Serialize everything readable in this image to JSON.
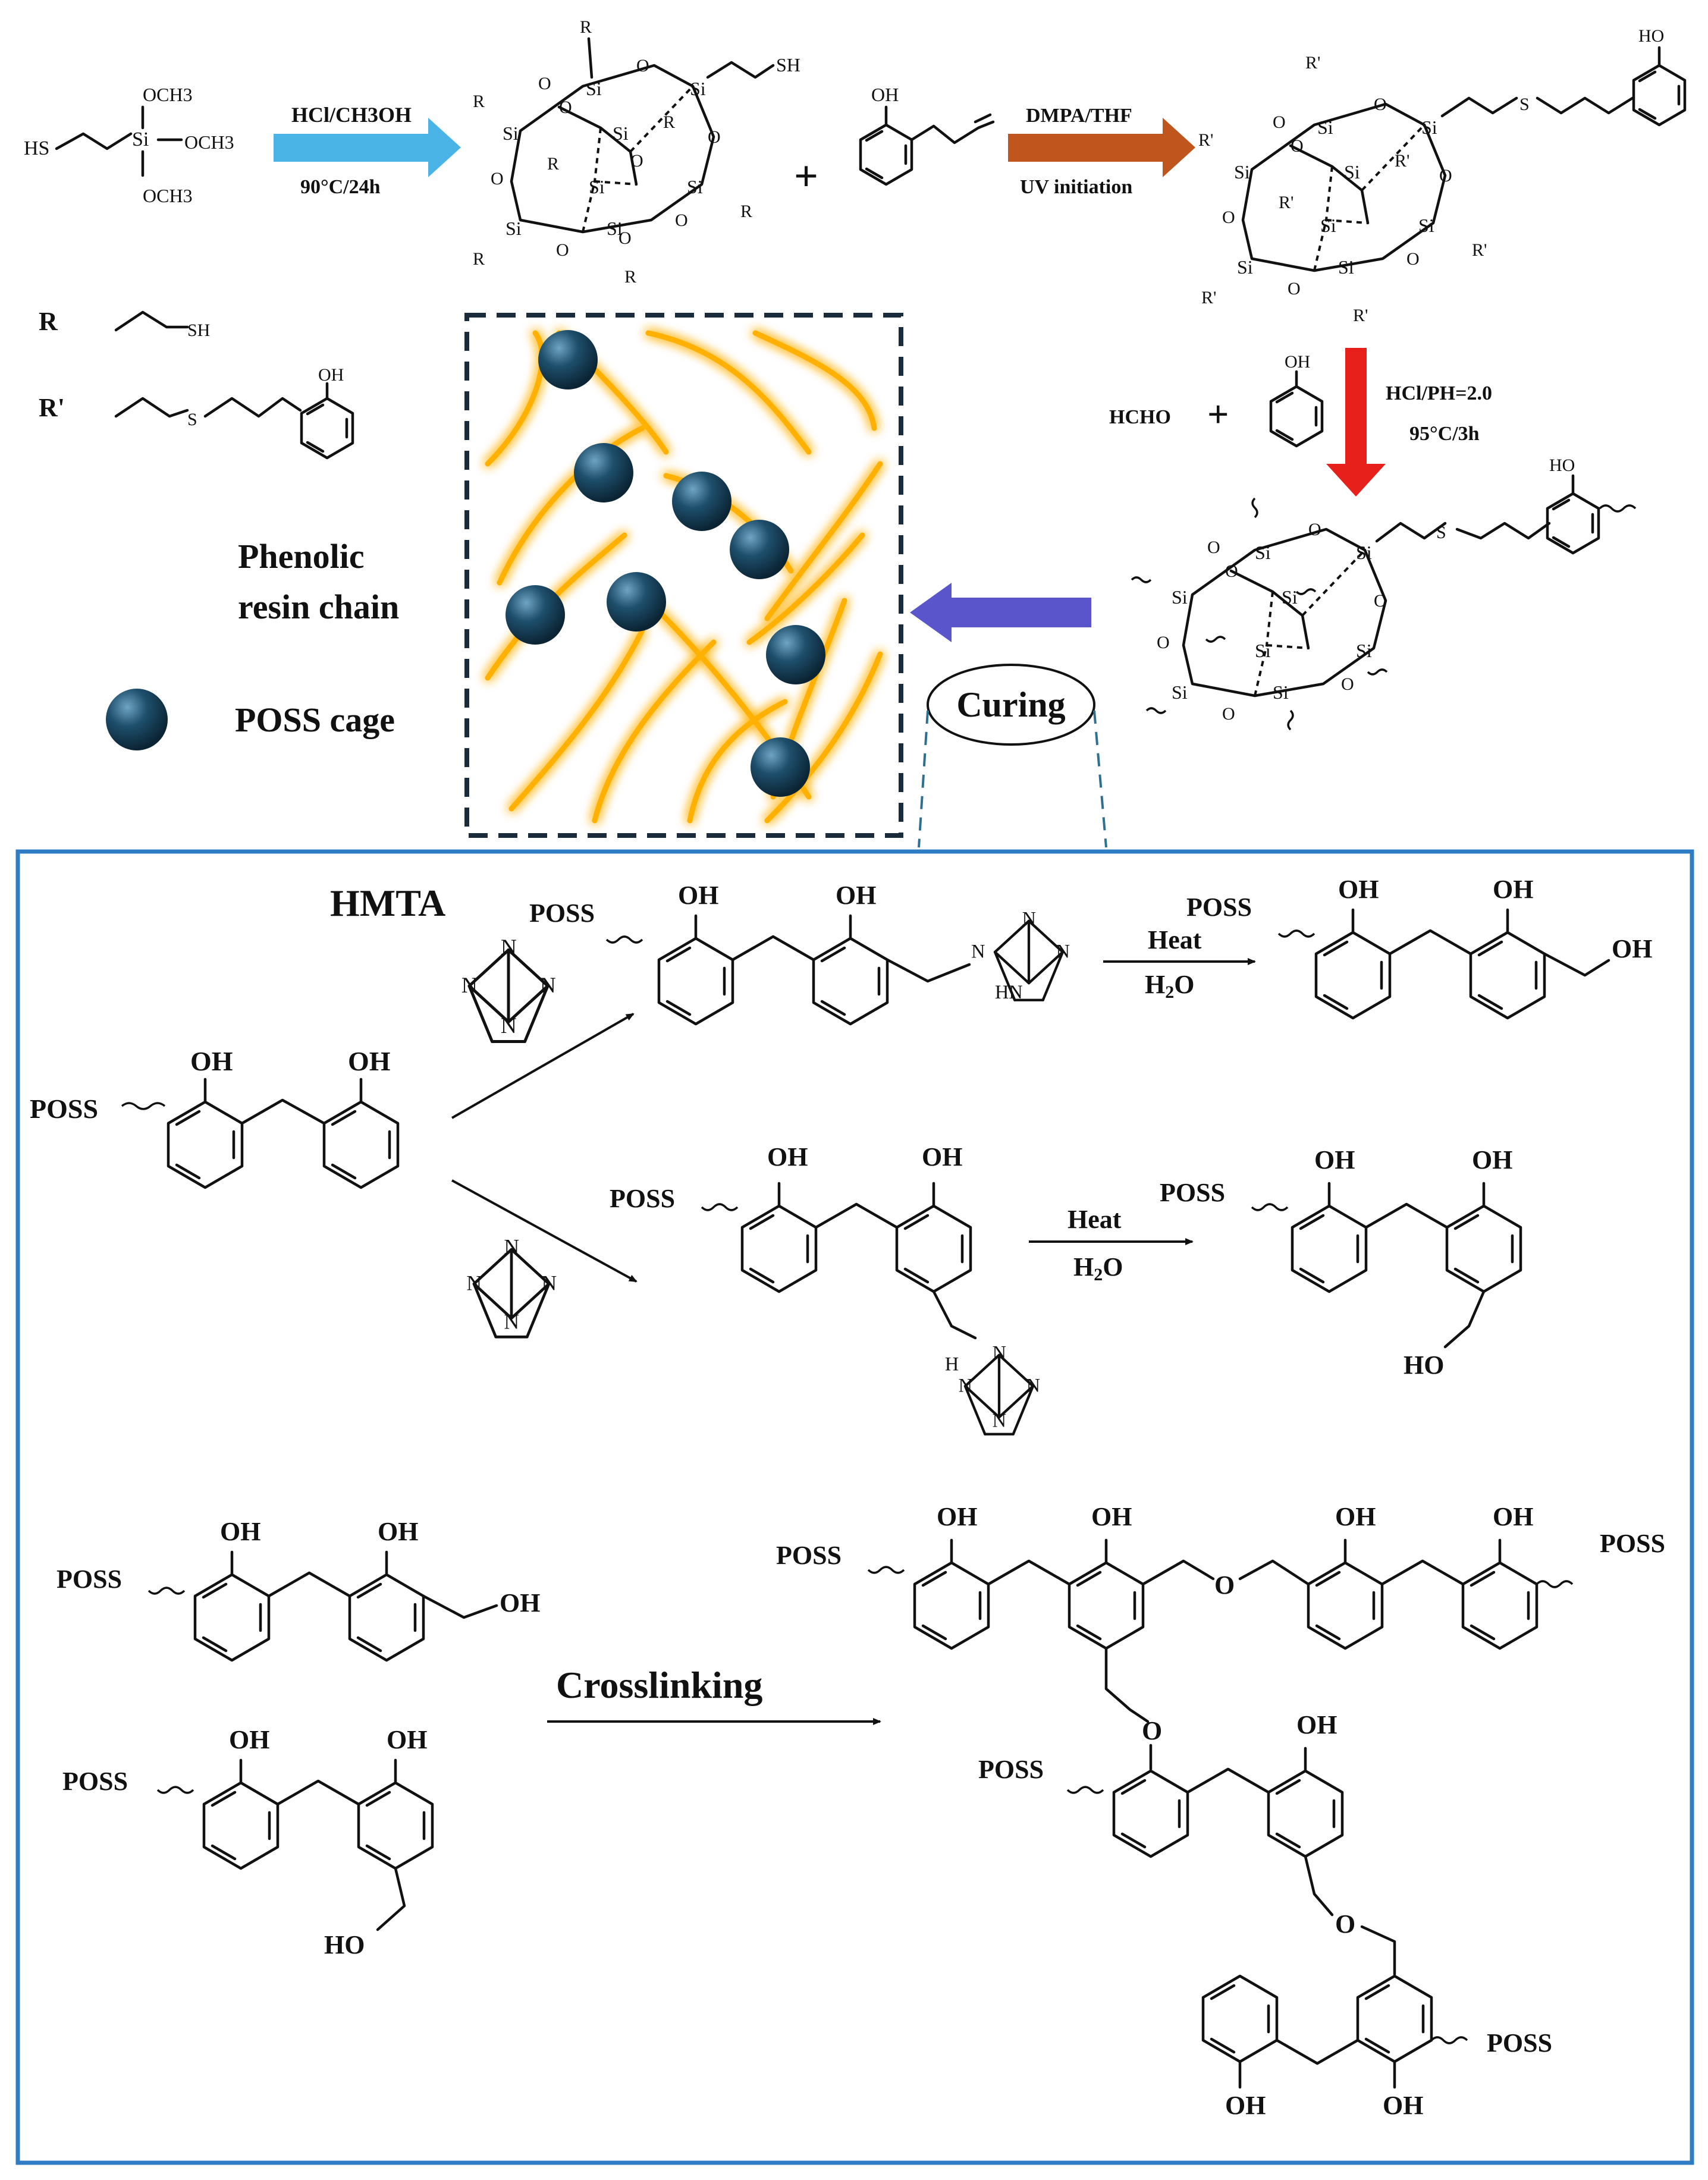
{
  "reagents": {
    "silane_sh": "HS",
    "silane_si": "Si",
    "silane_ome1": "OCH3",
    "silane_ome2": "OCH3",
    "silane_ome3": "OCH3",
    "phenol_oh": "OH",
    "hmta_n": "N",
    "hmta_hn": "HN",
    "hmta_h": "H"
  },
  "steps": {
    "step1_line1": "HCl/CH3OH",
    "step1_line2": "90°C/24h",
    "step2_line1": "DMPA/THF",
    "step2_line2": "UV initiation",
    "step3_line1": "HCl/PH=2.0",
    "step3_line2": "95°C/3h",
    "plus": "+",
    "hcho": "HCHO"
  },
  "legend": {
    "r_symbol": "R",
    "r_sh": "SH",
    "r_prime_symbol": "R'",
    "r_prime_s": "S",
    "r_prime_oh": "OH",
    "chain_line1": "Phenolic",
    "chain_line2": "resin chain",
    "cage_label": "POSS cage"
  },
  "cage": {
    "si": "Si",
    "o": "O",
    "sh": "SH",
    "r": "R",
    "r_prime": "R'",
    "s": "S",
    "ho": "HO"
  },
  "curing": {
    "label": "Curing",
    "hmta": "HMTA",
    "poss": "POSS",
    "oh": "OH",
    "ho": "HO",
    "heat": "Heat",
    "h2o_h": "H",
    "h2o_2": "2",
    "h2o_o": "O",
    "crosslinking": "Crosslinking",
    "o": "O"
  },
  "colors": {
    "arrow_blue": "#4bb4e6",
    "arrow_orange": "#c0561d",
    "arrow_red": "#e8201c",
    "arrow_purple": "#5b55cc",
    "poss_sphere": "#1e4f6c",
    "resin_chain": "#ffb000",
    "box_border": "#2e7cc4"
  }
}
